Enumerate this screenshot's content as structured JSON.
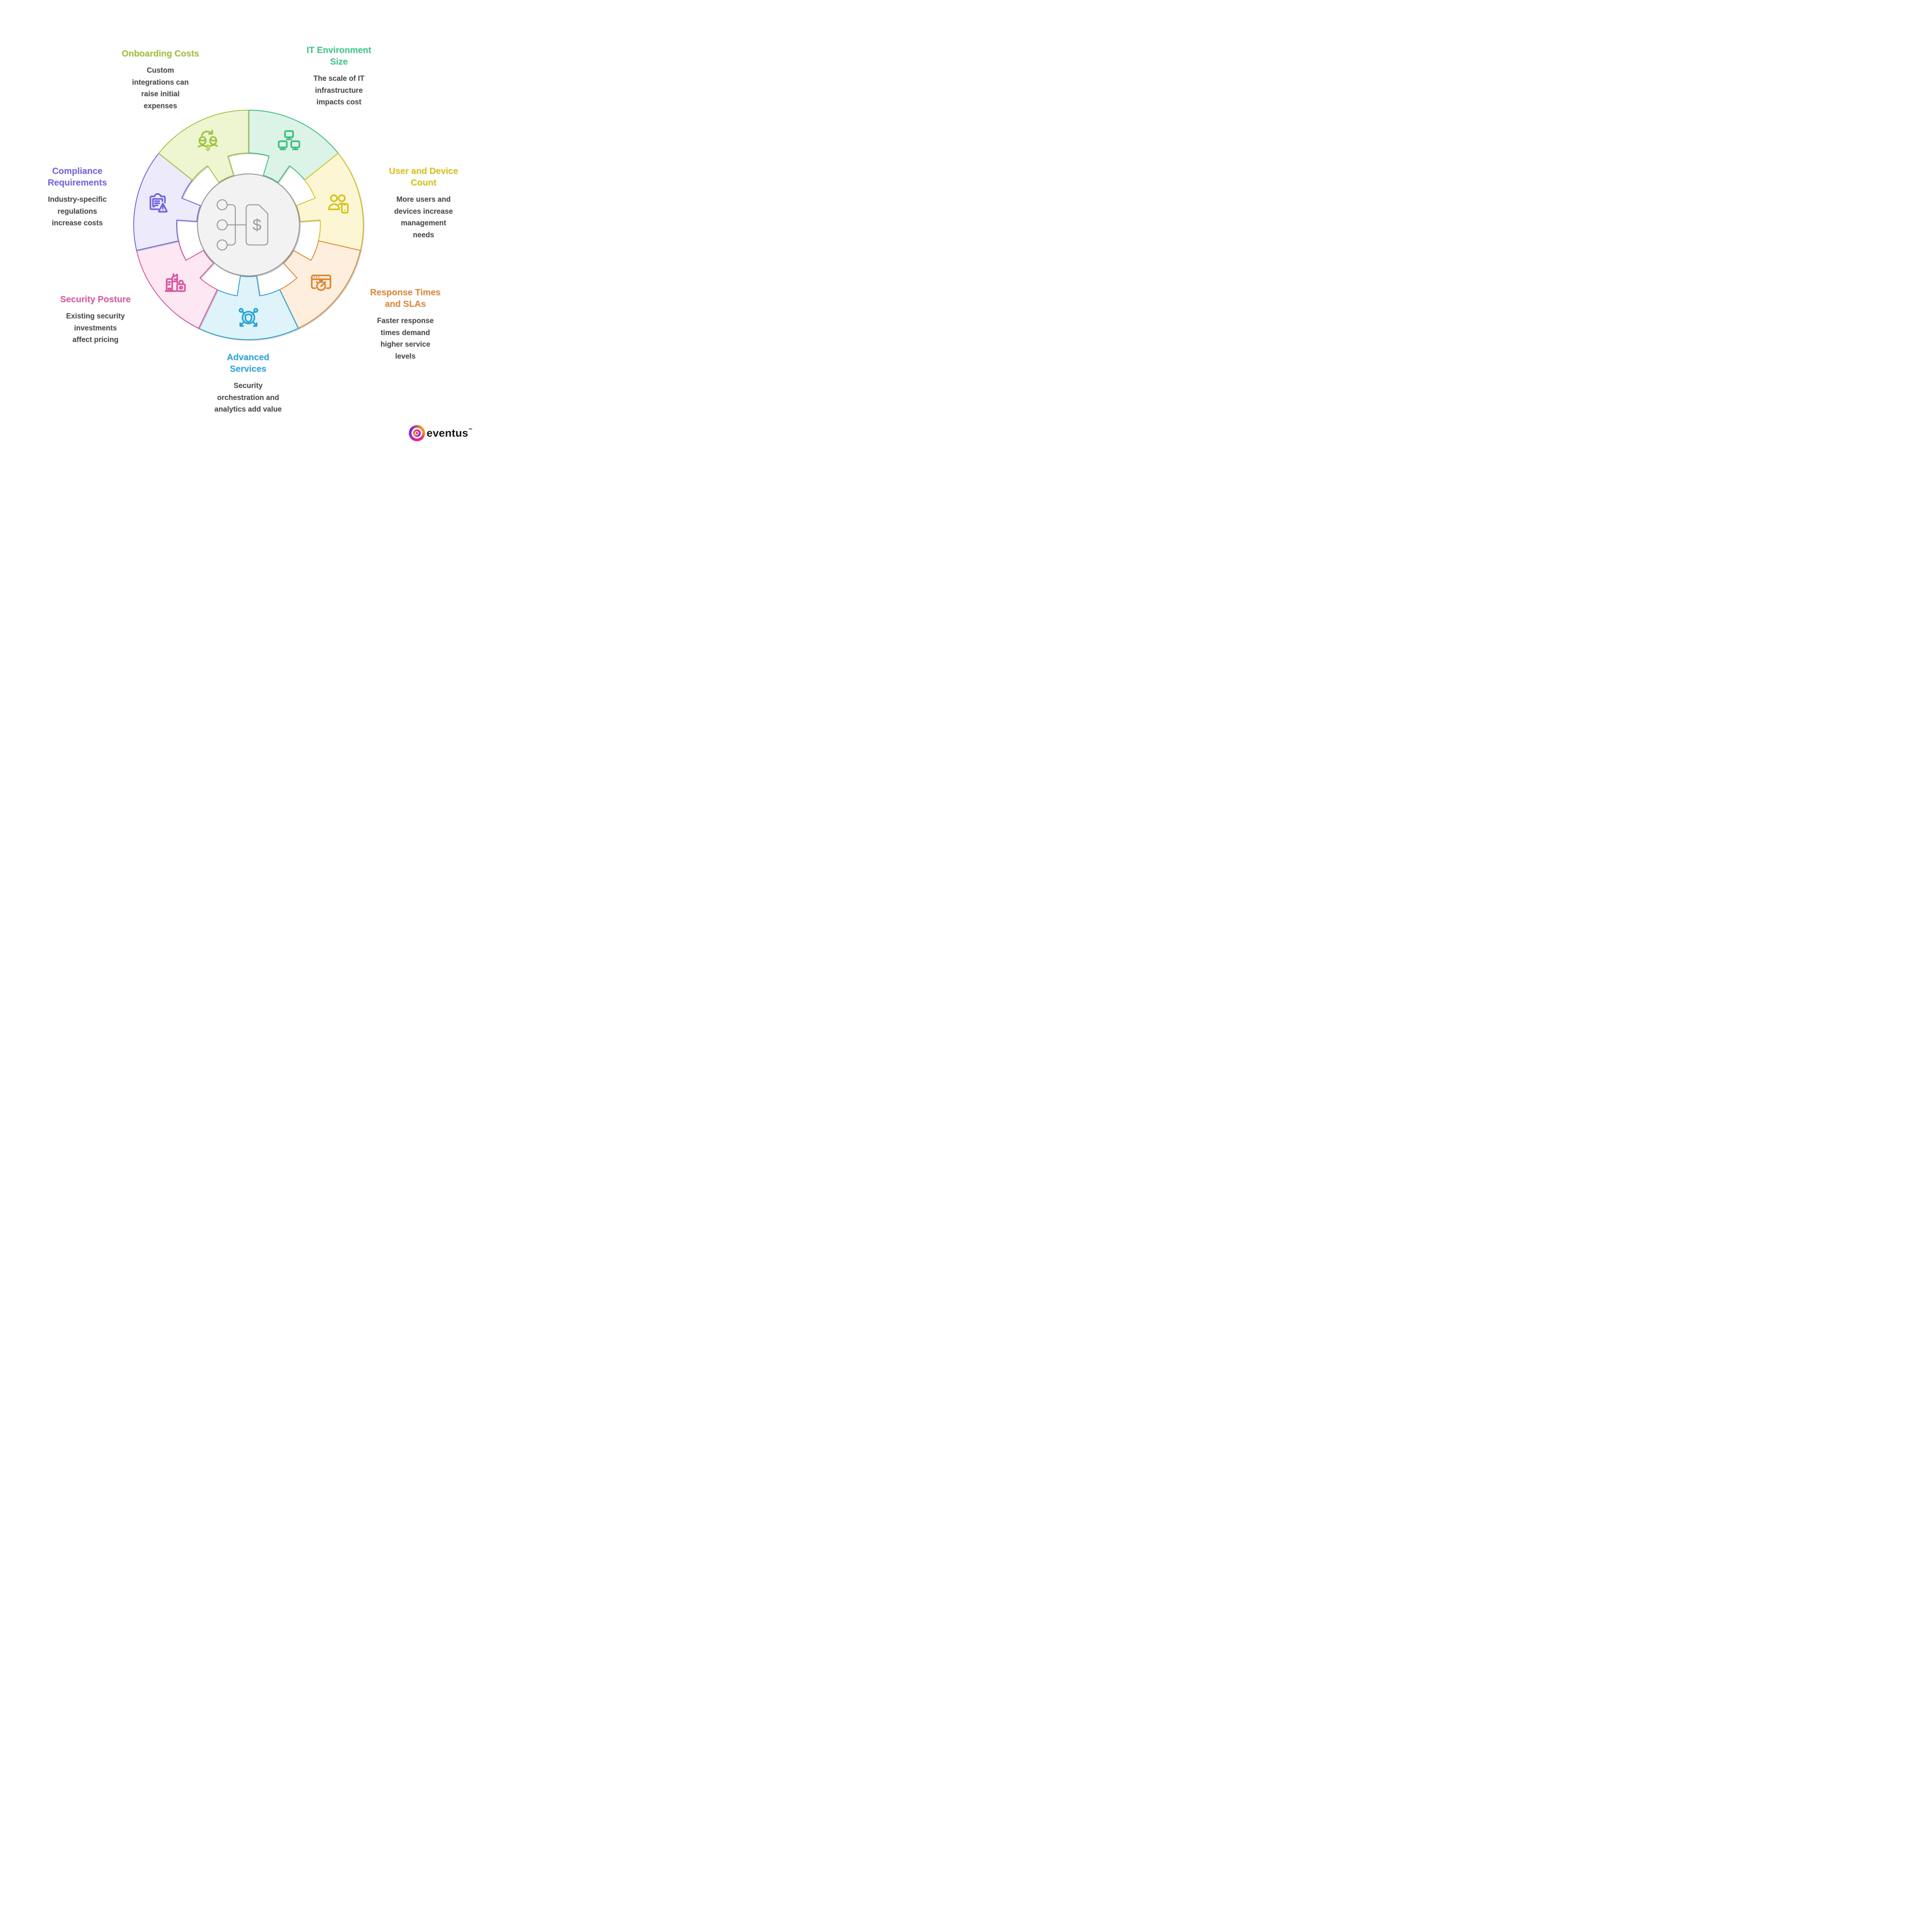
{
  "background": "#ffffff",
  "center_icon": {
    "name": "pricing-structure-icon",
    "color": "#9c9c9c",
    "dollar": "$"
  },
  "wheel": {
    "center_fill": "#f2f2f2",
    "center_stroke": "#9c9c9c",
    "segments": [
      {
        "id": "it-environment-size",
        "title": "IT Environment Size",
        "description": "The scale of IT infrastructure impacts cost",
        "fill": "#dcf4e7",
        "stroke": "#3dbd80",
        "title_color": "#3fcb8d",
        "icon": "network-monitors-icon"
      },
      {
        "id": "user-device-count",
        "title": "User and Device Count",
        "description": "More users and devices increase management needs",
        "fill": "#fcf6d4",
        "stroke": "#d5c21f",
        "title_color": "#dcc618",
        "icon": "users-device-icon"
      },
      {
        "id": "response-times-slas",
        "title": "Response Times and SLAs",
        "description": "Faster response times demand higher service levels",
        "fill": "#fdeedd",
        "stroke": "#dd8632",
        "title_color": "#e18b3c",
        "icon": "stopwatch-browser-icon"
      },
      {
        "id": "advanced-services",
        "title": "Advanced Services",
        "description": "Security orchestration and analytics add value",
        "fill": "#def3fa",
        "stroke": "#28a3d4",
        "title_color": "#2aa9dd",
        "icon": "shield-network-icon"
      },
      {
        "id": "security-posture",
        "title": "Security Posture",
        "description": "Existing security investments affect pricing",
        "fill": "#fce7f3",
        "stroke": "#d8559e",
        "title_color": "#dc5ba4",
        "icon": "building-lock-icon"
      },
      {
        "id": "compliance-requirements",
        "title": "Compliance Requirements",
        "description": "Industry-specific regulations increase costs",
        "fill": "#eceafb",
        "stroke": "#7165dd",
        "title_color": "#7467e1",
        "icon": "clipboard-warning-icon"
      },
      {
        "id": "onboarding-costs",
        "title": "Onboarding Costs",
        "description": "Custom integrations can raise initial expenses",
        "fill": "#edf5d1",
        "stroke": "#9ec43d",
        "title_color": "#a3c440",
        "icon": "currency-exchange-icon"
      }
    ]
  },
  "logo": {
    "brand": "eventus",
    "trademark": "™",
    "mark_colors": [
      "#f7941d",
      "#ec1f8f",
      "#7a2be2"
    ]
  }
}
